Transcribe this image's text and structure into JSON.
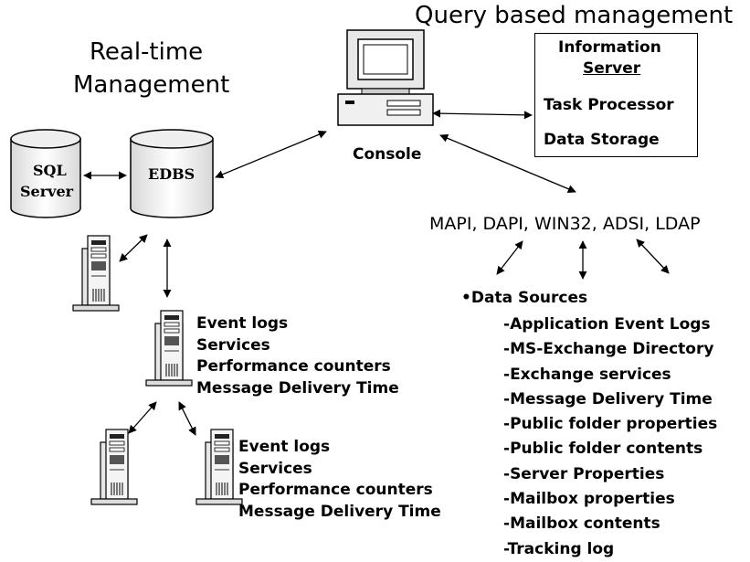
{
  "titles": {
    "query_based": "Query based management",
    "real_time_line1": "Real-time",
    "real_time_line2": "Management"
  },
  "info_box": {
    "information": "Information",
    "server": "Server",
    "task_processor": "Task Processor",
    "data_storage": "Data Storage"
  },
  "console_label": "Console",
  "databases": {
    "sql_line1": "SQL",
    "sql_line2": "Server",
    "edbs": "EDBS"
  },
  "apis": "MAPI, DAPI, WIN32, ADSI, LDAP",
  "server_stats_1": [
    "Event logs",
    "Services",
    "Performance counters",
    "Message Delivery Time"
  ],
  "server_stats_2": [
    "Event logs",
    "Services",
    "Performance counters",
    "Message Delivery Time"
  ],
  "data_sources": {
    "heading": "•Data Sources",
    "items": [
      "Application Event Logs",
      "MS-Exchange Directory",
      "Exchange services",
      "Message Delivery Time",
      "Public folder properties",
      "Public folder contents",
      "Server Properties",
      "Mailbox properties",
      "Mailbox contents",
      "Tracking log"
    ]
  }
}
